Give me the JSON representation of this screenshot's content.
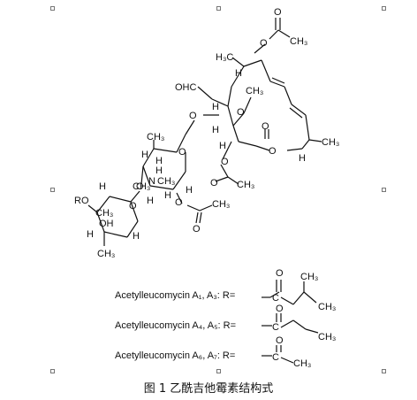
{
  "atoms": {
    "h3c": "H₃C",
    "o_ac_top": "O",
    "o_ac_top2": "O",
    "ch3_ac_top": "CH₃",
    "ohc": "OHC",
    "h_1": "H",
    "h_2": "H",
    "h_3": "H",
    "ch3_ome": "CH₃",
    "o_ome": "O",
    "o_glyc": "O",
    "h_4": "H",
    "o_lac": "O",
    "o_lac2": "O",
    "h_5": "H",
    "ch3_lac": "CH₃",
    "ch3_sug": "CH₃",
    "h_s1": "H",
    "h_s2": "H",
    "o_ring1": "O",
    "h_s3": "H",
    "n_me": "N",
    "ch3_n": "CH₃",
    "ch3_n2": "CH₃",
    "h_s4": "H",
    "h_s5": "H",
    "o_link": "O",
    "h_s6": "H",
    "o_ac2": "O",
    "o_ac3": "O",
    "ch3_ac2": "CH₃",
    "o_ac4": "O",
    "o_ac5": "O",
    "ch3_ac3": "CH₃",
    "ro": "RO",
    "h_m1": "H",
    "ch3_m": "CH₃",
    "o_ring2": "O",
    "oh": "OH",
    "h_m2": "H",
    "ch3_m2": "CH₃",
    "h_m3": "H"
  },
  "rows": [
    {
      "label": "Acetylleucomycin A₁, A₃: R=",
      "o_text": "O",
      "c_text": "C",
      "ch3a": "CH₃",
      "ch3b": "CH₃"
    },
    {
      "label": "Acetylleucomycin A₄, A₅: R=",
      "o_text": "O",
      "c_text": "C",
      "ch3a": "CH₃"
    },
    {
      "label": "Acetylleucomycin A₆, A₇: R=",
      "o_text": "O",
      "c_text": "C",
      "ch3a": "CH₃"
    }
  ],
  "caption": "图 1 乙酰吉他霉素结构式"
}
